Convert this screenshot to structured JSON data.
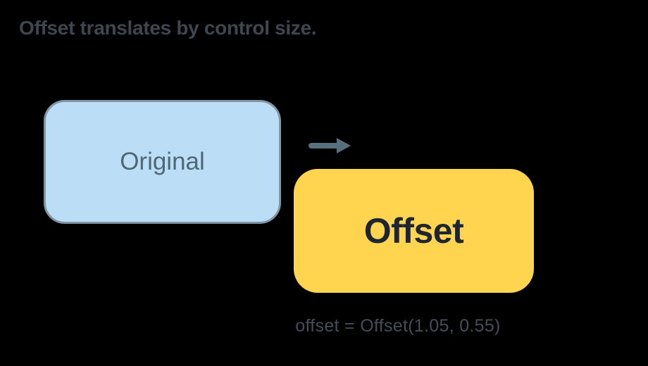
{
  "title": "Offset translates by control size.",
  "diagram": {
    "original_box": {
      "label": "Original"
    },
    "offset_box": {
      "label": "Offset"
    },
    "caption": "offset = Offset(1.05, 0.55)"
  },
  "colors": {
    "background": "#000000",
    "title_text": "#3E4650",
    "original_fill": "#BBDDF6",
    "original_border": "#8096A4",
    "original_text": "#4F6875",
    "offset_fill": "#FFD44F",
    "offset_text": "#1C2531",
    "arrow": "#56707E",
    "caption_text": "#454D58"
  }
}
